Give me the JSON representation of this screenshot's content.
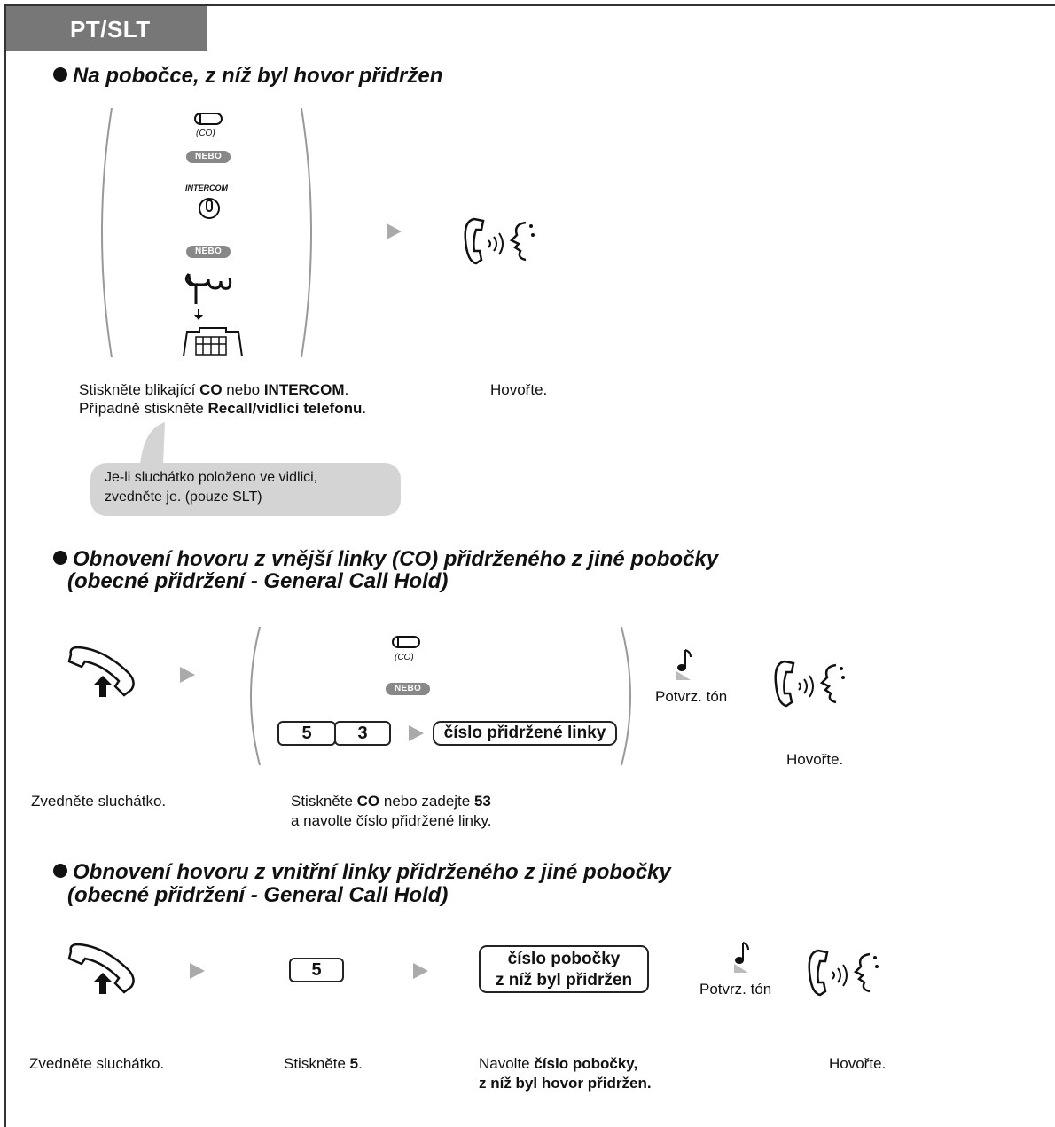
{
  "tab_label": "PT/SLT",
  "section1": {
    "heading": "Na pobočce, z níž byl hovor přidržen",
    "co_label": "(CO)",
    "nebo": "NEBO",
    "intercom_label": "INTERCOM",
    "caption1_parts": [
      "Stiskněte blikající ",
      "CO",
      " nebo ",
      "INTERCOM",
      "."
    ],
    "caption2_parts": [
      "Případně stiskněte ",
      "Recall/vidlici telefonu",
      "."
    ],
    "talk_caption": "Hovořte.",
    "bubble_line1": "Je-li sluchátko položeno ve vidlici,",
    "bubble_line2": "zvedněte je. (pouze SLT)"
  },
  "section2": {
    "heading_line1": "Obnovení hovoru z vnější linky (CO) přidrženého z jiné pobočky",
    "heading_line2": "(obecné přidržení - General Call Hold)",
    "co_label": "(CO)",
    "nebo": "NEBO",
    "key1": "5",
    "key2": "3",
    "held_line_box": "číslo přidržené linky",
    "confirm_tone": "Potvrz. tón",
    "talk_caption": "Hovořte.",
    "offhook_caption": "Zvedněte sluchátko.",
    "press_caption_parts": [
      "Stiskněte ",
      "CO",
      " nebo zadejte ",
      "53"
    ],
    "press_caption_line2": "a navolte číslo přidržené linky."
  },
  "section3": {
    "heading_line1": "Obnovení hovoru z vnitřní linky přidrženého z jiné pobočky",
    "heading_line2": "(obecné přidržení - General Call Hold)",
    "key1": "5",
    "ext_box_line1": "číslo pobočky",
    "ext_box_line2": "z níž byl přidržen",
    "confirm_tone": "Potvrz. tón",
    "offhook_caption": "Zvedněte sluchátko.",
    "press_caption_parts": [
      "Stiskněte ",
      "5",
      "."
    ],
    "dial_caption_parts": [
      "Navolte ",
      "číslo pobočky,"
    ],
    "dial_caption_line2": "z níž byl hovor přidržen.",
    "talk_caption": "Hovořte."
  }
}
